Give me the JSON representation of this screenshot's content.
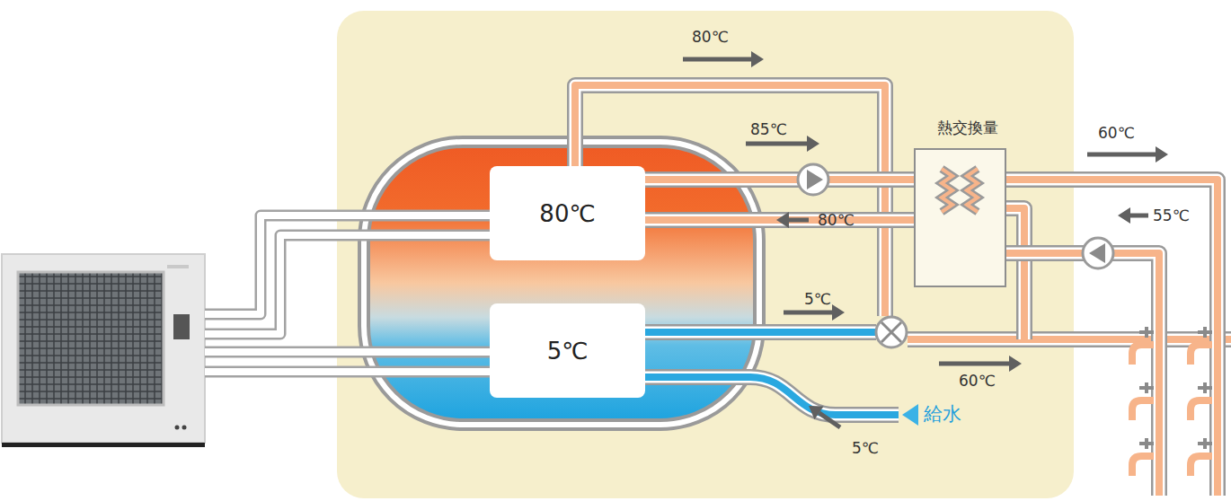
{
  "diagram": {
    "nodes": [
      {
        "text": [
          "80℃"
        ]
      },
      {
        "text": [
          "5℃"
        ]
      },
      {
        "text": [
          "熱交換量"
        ]
      }
    ],
    "edges": [
      {
        "from": 0,
        "to": 2,
        "arrow": "none"
      },
      {
        "from": 2,
        "to": 0,
        "arrow": "none"
      }
    ],
    "labels": [
      "80℃",
      "85℃",
      "80℃",
      "60℃",
      "55℃",
      "5℃",
      "60℃",
      "5℃",
      "給水"
    ]
  }
}
